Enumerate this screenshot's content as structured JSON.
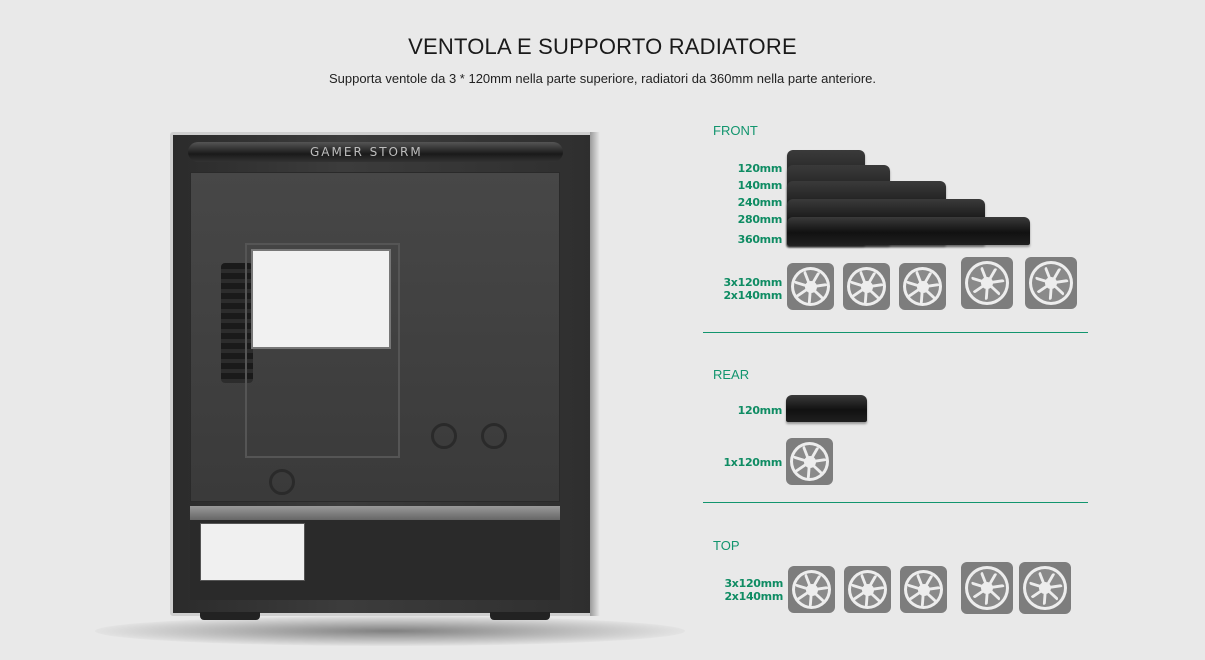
{
  "header": {
    "title": "VENTOLA E SUPPORTO RADIATORE",
    "subtitle": "Supporta ventole da 3 * 120mm nella parte superiore, radiatori da 360mm nella parte anteriore."
  },
  "case": {
    "logo_text": "Gamer Storm"
  },
  "colors": {
    "accent": "#12956e",
    "background": "#e9e9e9",
    "radiator": "#111111",
    "fan": "#7d7d7d"
  },
  "sections": {
    "front": {
      "label": "FRONT",
      "radiator_sizes": [
        "120mm",
        "140mm",
        "240mm",
        "280mm",
        "360mm"
      ],
      "fan_labels": [
        "3x120mm",
        "2x140mm"
      ],
      "fan_icons": [
        "fan-120-icon",
        "fan-120-icon",
        "fan-120-icon",
        "fan-140-icon",
        "fan-140-icon"
      ]
    },
    "rear": {
      "label": "REAR",
      "radiator_sizes": [
        "120mm"
      ],
      "fan_labels": [
        "1x120mm"
      ],
      "fan_icons": [
        "fan-120-icon"
      ]
    },
    "top": {
      "label": "TOP",
      "fan_labels": [
        "3x120mm",
        "2x140mm"
      ],
      "fan_icons": [
        "fan-120-icon",
        "fan-120-icon",
        "fan-120-icon",
        "fan-140-icon",
        "fan-140-icon"
      ]
    }
  }
}
